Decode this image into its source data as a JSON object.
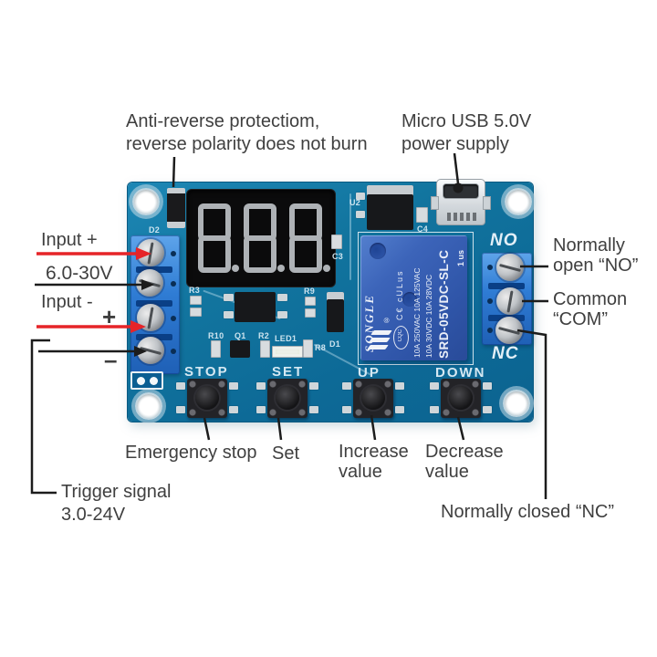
{
  "annotations": {
    "anti_reverse_1": "Anti-reverse protectiom,",
    "anti_reverse_2": "reverse polarity does not burn",
    "usb_1": "Micro USB 5.0V",
    "usb_2": "power supply",
    "input_plus": "Input +",
    "input_range": "6.0-30V",
    "input_minus": "Input -",
    "plus": "+",
    "minus": "–",
    "no_1": "Normally",
    "no_2": "open “NO”",
    "com_1": "Common",
    "com_2": "“COM”",
    "nc": "Normally closed “NC”",
    "emergency": "Emergency stop",
    "set": "Set",
    "increase_1": "Increase",
    "increase_2": "value",
    "decrease_1": "Decrease",
    "decrease_2": "value",
    "trigger_1": "Trigger signal",
    "trigger_2": "3.0-24V"
  },
  "board": {
    "display_value": "8.8.8.",
    "buttons": [
      {
        "label": "STOP"
      },
      {
        "label": "SET"
      },
      {
        "label": "UP"
      },
      {
        "label": "DOWN"
      }
    ],
    "silkscreen": {
      "d2": "D2",
      "u2": "U2",
      "c3": "C3",
      "c4": "C4",
      "r3": "R3",
      "r9": "R9",
      "r10": "R10",
      "q1": "Q1",
      "r2": "R2",
      "led1": "LED1",
      "r8": "R8",
      "d1": "D1",
      "no": "NO",
      "nc": "NC"
    },
    "relay": {
      "brand": "SONGLE",
      "reg": "®",
      "model": "SRD-05VDC-SL-C",
      "rating_1": "10A 250VAC  10A 125VAC",
      "rating_2": "10A 30VDC  10A 28VDC",
      "marks": "C€ cULus",
      "cqc": "CQC",
      "ul_file": "1 us"
    }
  },
  "colors": {
    "pcb": "#0f6f9e",
    "terminal_blue": "#2e7fd8",
    "relay_blue": "#3566b4",
    "arrow_red": "#e62428",
    "annotation_text": "#3f3f3f",
    "line": "#1c1c1c"
  }
}
